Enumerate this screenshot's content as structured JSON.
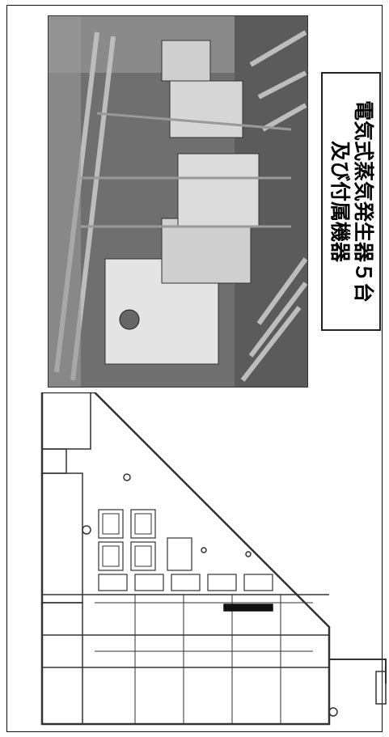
{
  "caption": {
    "line1": "電気式蒸気発生器５台",
    "line2": "及び付属機器"
  },
  "photo": {
    "subject": "electric steam generators and piping photo"
  },
  "floor_plan": {
    "subject": "equipment room floor plan"
  },
  "colors": {
    "frame": "#111111",
    "line": "#333333",
    "photo_dark": "#3a3a3a",
    "photo_light": "#e6e6e6"
  }
}
